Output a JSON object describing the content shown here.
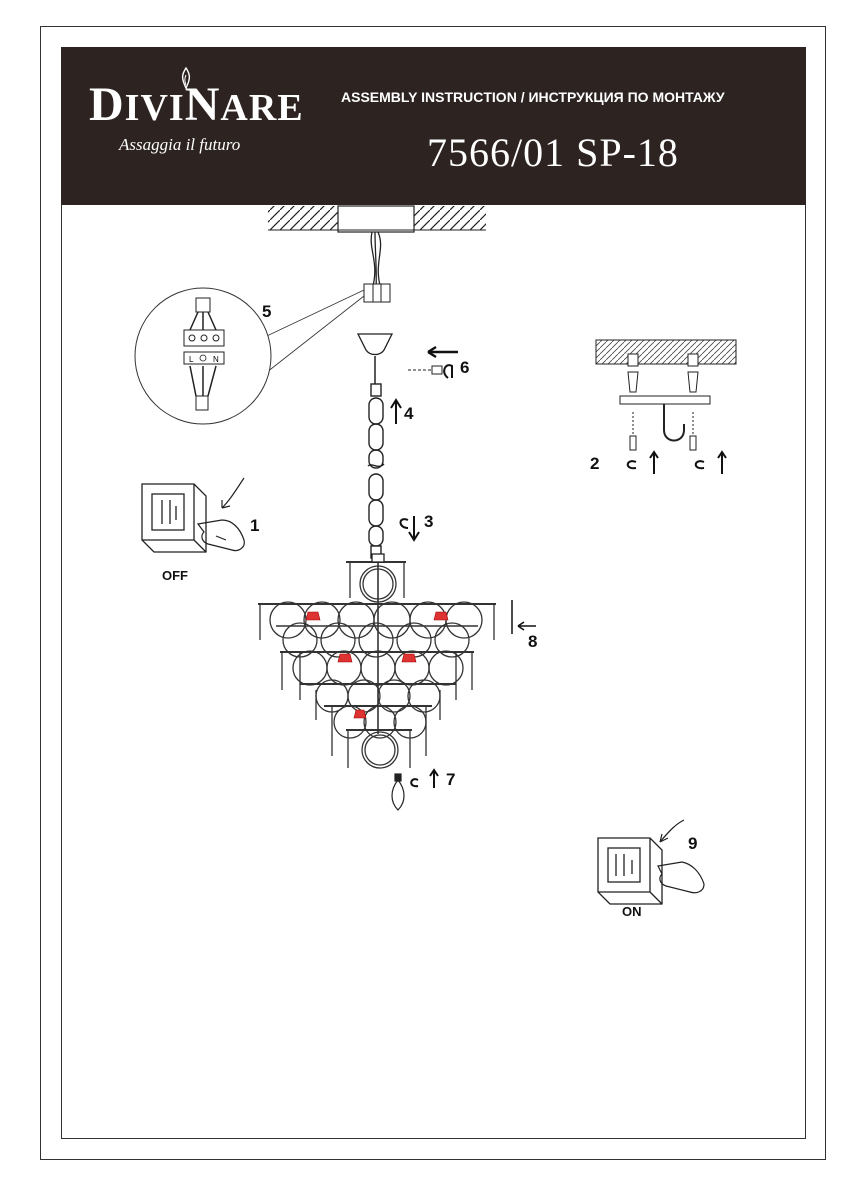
{
  "header": {
    "brand": {
      "big1": "D",
      "small1": "IVI",
      "big2": "N",
      "small2": "ARE"
    },
    "tagline": "Assaggia il futuro",
    "doc_title": "ASSEMBLY INSTRUCTION / ИНСТРУКЦИЯ ПО МОНТАЖУ",
    "model": "7566/01  SP-18"
  },
  "steps": {
    "s1": "1",
    "s2": "2",
    "s3": "3",
    "s4": "4",
    "s5": "5",
    "s6": "6",
    "s7": "7",
    "s8": "8",
    "s9": "9"
  },
  "switches": {
    "off": "OFF",
    "on": "ON"
  },
  "terminal": {
    "l": "L",
    "n": "N"
  },
  "colors": {
    "header_bg": "#2d2422",
    "accent": "#cc2222"
  }
}
